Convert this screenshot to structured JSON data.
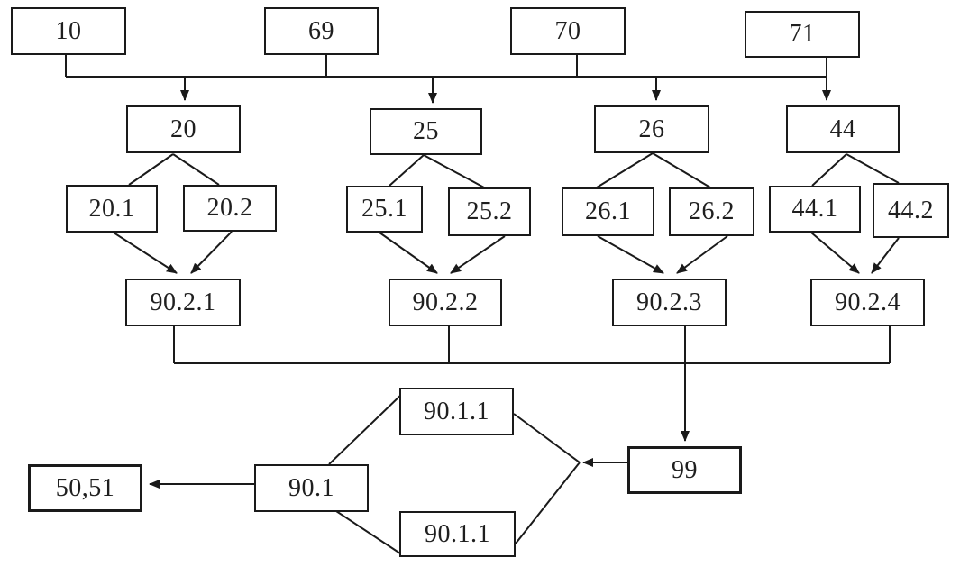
{
  "diagram": {
    "description": "Accounting flow diagram of numbered account boxes connected by lines and arrows",
    "colors": {
      "background": "#ffffff",
      "line": "#1a1a1a",
      "box_border": "#1a1a1a",
      "text": "#1f1f1f"
    },
    "nodes": [
      {
        "id": "10",
        "label": "10"
      },
      {
        "id": "69",
        "label": "69"
      },
      {
        "id": "70",
        "label": "70"
      },
      {
        "id": "71",
        "label": "71"
      },
      {
        "id": "20",
        "label": "20"
      },
      {
        "id": "25",
        "label": "25"
      },
      {
        "id": "26",
        "label": "26"
      },
      {
        "id": "44",
        "label": "44"
      },
      {
        "id": "20.1",
        "label": "20.1"
      },
      {
        "id": "20.2",
        "label": "20.2"
      },
      {
        "id": "25.1",
        "label": "25.1"
      },
      {
        "id": "25.2",
        "label": "25.2"
      },
      {
        "id": "26.1",
        "label": "26.1"
      },
      {
        "id": "26.2",
        "label": "26.2"
      },
      {
        "id": "44.1",
        "label": "44.1"
      },
      {
        "id": "44.2",
        "label": "44.2"
      },
      {
        "id": "90.2.1",
        "label": "90.2.1"
      },
      {
        "id": "90.2.2",
        "label": "90.2.2"
      },
      {
        "id": "90.2.3",
        "label": "90.2.3"
      },
      {
        "id": "90.2.4",
        "label": "90.2.4"
      },
      {
        "id": "90.1.1-top",
        "label": "90.1.1"
      },
      {
        "id": "99",
        "label": "99"
      },
      {
        "id": "50,51",
        "label": "50,51"
      },
      {
        "id": "90.1",
        "label": "90.1"
      },
      {
        "id": "90.1.1-bottom",
        "label": "90.1.1"
      }
    ],
    "edges": [
      {
        "sources": [
          "10",
          "69",
          "70",
          "71"
        ],
        "targets": [
          "20",
          "25",
          "26",
          "44"
        ],
        "type": "shared-horizontal-bus",
        "arrowheads": "into-targets"
      },
      {
        "from": "20",
        "to": [
          "20.1",
          "20.2"
        ],
        "arrowheads": false
      },
      {
        "from": [
          "20.1",
          "20.2"
        ],
        "to": "90.2.1",
        "arrowheads": true
      },
      {
        "from": "25",
        "to": [
          "25.1",
          "25.2"
        ],
        "arrowheads": false
      },
      {
        "from": [
          "25.1",
          "25.2"
        ],
        "to": "90.2.2",
        "arrowheads": true
      },
      {
        "from": "26",
        "to": [
          "26.1",
          "26.2"
        ],
        "arrowheads": false
      },
      {
        "from": [
          "26.1",
          "26.2"
        ],
        "to": "90.2.3",
        "arrowheads": true
      },
      {
        "from": "44",
        "to": [
          "44.1",
          "44.2"
        ],
        "arrowheads": false
      },
      {
        "from": [
          "44.1",
          "44.2"
        ],
        "to": "90.2.4",
        "arrowheads": true
      },
      {
        "sources": [
          "90.2.1",
          "90.2.2",
          "90.2.3",
          "90.2.4"
        ],
        "targets": [
          "99"
        ],
        "type": "shared-horizontal-bus",
        "arrowheads": "into-99"
      },
      {
        "from": "99",
        "to": "junction-left-of-99",
        "arrowheads": true,
        "direction": "left"
      },
      {
        "from": "junction-left-of-99",
        "to": [
          "90.1.1-top",
          "90.1.1-bottom"
        ],
        "arrowheads": false
      },
      {
        "from": "90.1",
        "to": [
          "90.1.1-top",
          "90.1.1-bottom"
        ],
        "arrowheads": false
      },
      {
        "from": "90.1",
        "to": "50,51",
        "arrowheads": true,
        "direction": "left"
      }
    ]
  }
}
